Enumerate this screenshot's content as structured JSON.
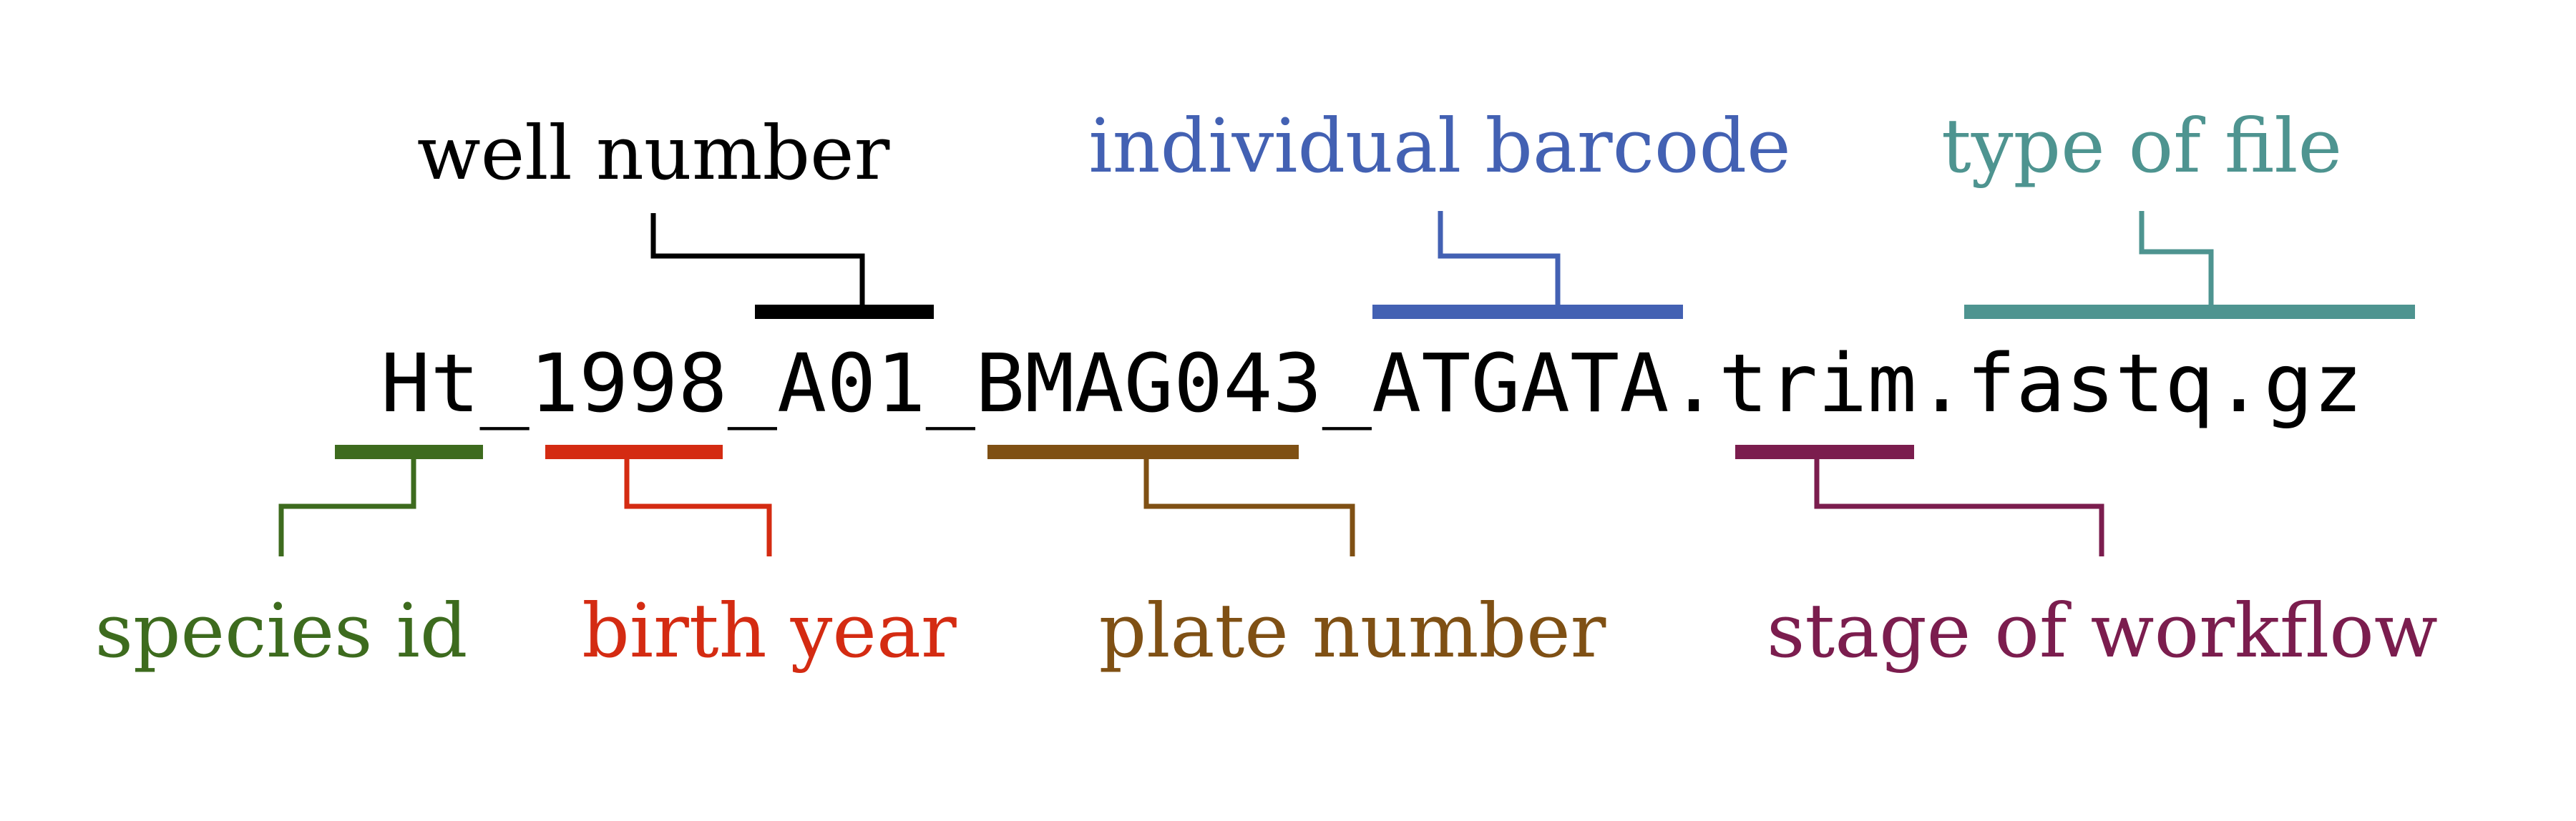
{
  "filename": "Ht_1998_A01_BMAG043_ATGATA.trim.fastq.gz",
  "segments": [
    {
      "key": "species",
      "label": "species id",
      "color": "#3d6b1e",
      "position": "below"
    },
    {
      "key": "birth",
      "label": "birth year",
      "color": "#d42b12",
      "position": "below"
    },
    {
      "key": "well",
      "label": "well number",
      "color": "#000000",
      "position": "above"
    },
    {
      "key": "plate",
      "label": "plate number",
      "color": "#7f5014",
      "position": "below"
    },
    {
      "key": "barcode",
      "label": "individual barcode",
      "color": "#4361b3",
      "position": "above"
    },
    {
      "key": "stage",
      "label": "stage of workflow",
      "color": "#7b1d4e",
      "position": "below"
    },
    {
      "key": "filetype",
      "label": "type of file",
      "color": "#4e9490",
      "position": "above"
    }
  ]
}
